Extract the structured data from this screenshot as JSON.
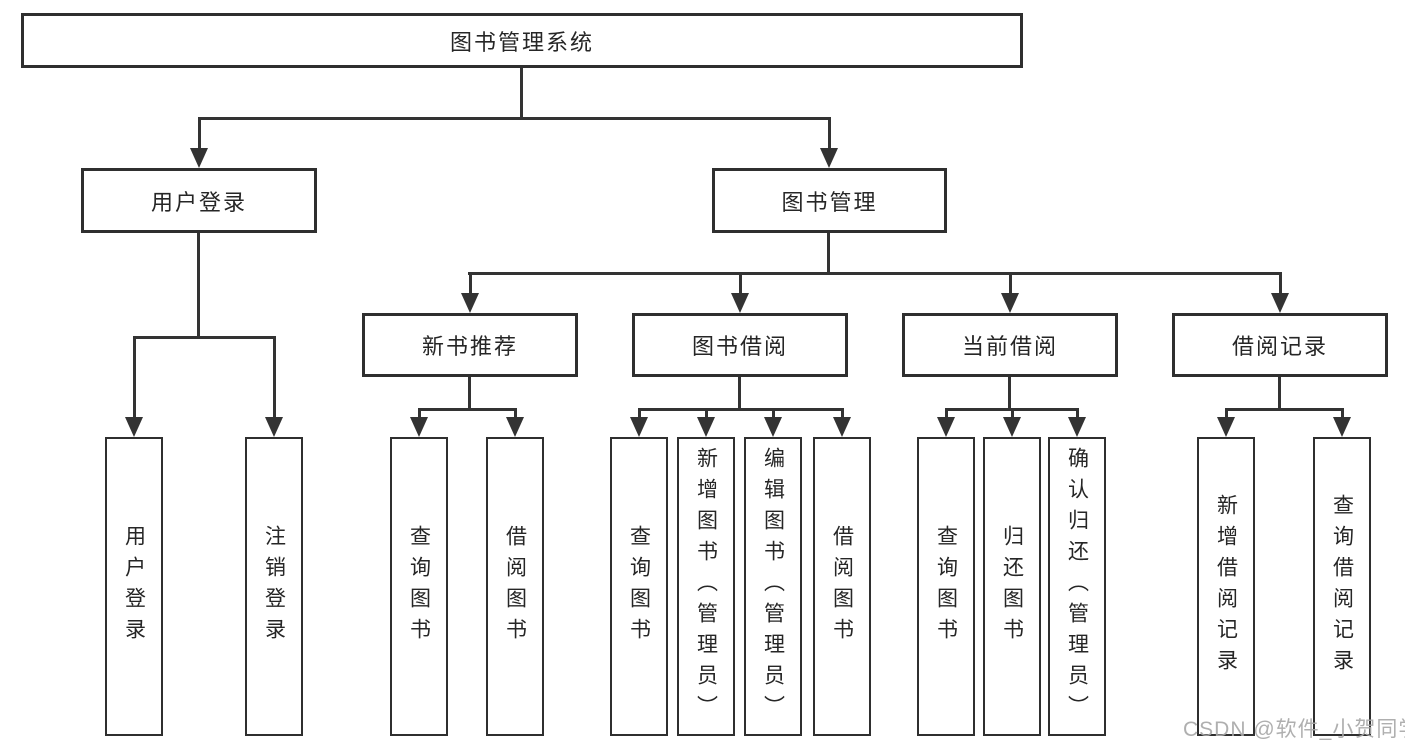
{
  "tree": {
    "root": {
      "label": "图书管理系统"
    },
    "branches": [
      {
        "label": "用户登录",
        "children": [
          {
            "label": "用户登录"
          },
          {
            "label": "注销登录"
          }
        ]
      },
      {
        "label": "图书管理",
        "children": [
          {
            "label": "新书推荐",
            "children": [
              {
                "label": "查询图书"
              },
              {
                "label": "借阅图书"
              }
            ]
          },
          {
            "label": "图书借阅",
            "children": [
              {
                "label": "查询图书"
              },
              {
                "label": "新增图书（管理员）"
              },
              {
                "label": "编辑图书（管理员）"
              },
              {
                "label": "借阅图书"
              }
            ]
          },
          {
            "label": "当前借阅",
            "children": [
              {
                "label": "查询图书"
              },
              {
                "label": "归还图书"
              },
              {
                "label": "确认归还（管理员）"
              }
            ]
          },
          {
            "label": "借阅记录",
            "children": [
              {
                "label": "新增借阅记录"
              },
              {
                "label": "查询借阅记录"
              }
            ]
          }
        ]
      }
    ]
  },
  "watermark": {
    "text": "CSDN @软件_小贺同学"
  },
  "colors": {
    "line": "#333333",
    "border": "#2f2f2f",
    "text": "#262626",
    "background": "#ffffff",
    "watermark": "#a8a8a8"
  }
}
